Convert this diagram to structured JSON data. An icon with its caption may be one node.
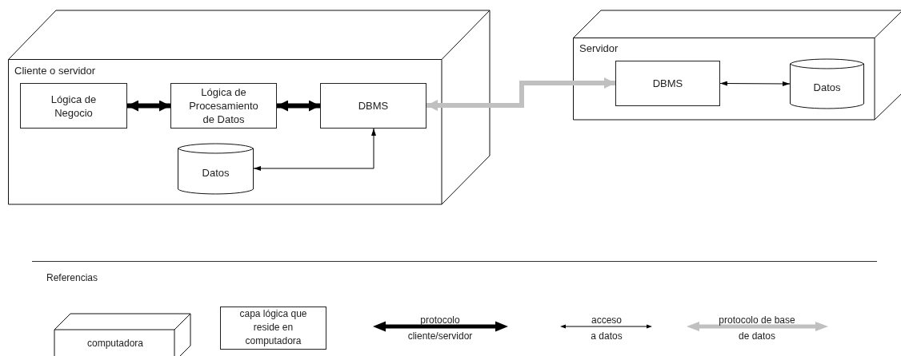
{
  "diagram": {
    "nodes": [
      {
        "text": [
          "Cliente o servidor"
        ]
      },
      {
        "text": [
          "Lógica de Negocio"
        ],
        "in": 0
      },
      {
        "text": [
          "Lógica de Procesamiento de Datos"
        ],
        "in": 0
      },
      {
        "text": [
          "DBMS"
        ],
        "in": 0
      },
      {
        "text": [
          "Datos"
        ],
        "in": 0
      },
      {
        "text": [
          "Servidor"
        ]
      },
      {
        "text": [
          "DBMS"
        ],
        "in": 5
      },
      {
        "text": [
          "Datos"
        ],
        "in": 5
      }
    ],
    "edges": [
      {
        "from": 1,
        "to": 2,
        "arrow": "both"
      },
      {
        "from": 2,
        "to": 3,
        "arrow": "both"
      },
      {
        "from": 3,
        "to": 4,
        "arrow": "both"
      },
      {
        "from": 3,
        "to": 6,
        "arrow": "both",
        "color": "#c0c0c0"
      },
      {
        "from": 6,
        "to": 7,
        "arrow": "both"
      }
    ],
    "labels": [
      "Referencias"
    ],
    "legend": [
      {
        "text": "computadora"
      },
      {
        "text": "capa lógica que reside en computadora"
      },
      {
        "text": "protocolo cliente/servidor"
      },
      {
        "text": "acceso a datos"
      },
      {
        "text": "protocolo de base de datos"
      }
    ]
  }
}
